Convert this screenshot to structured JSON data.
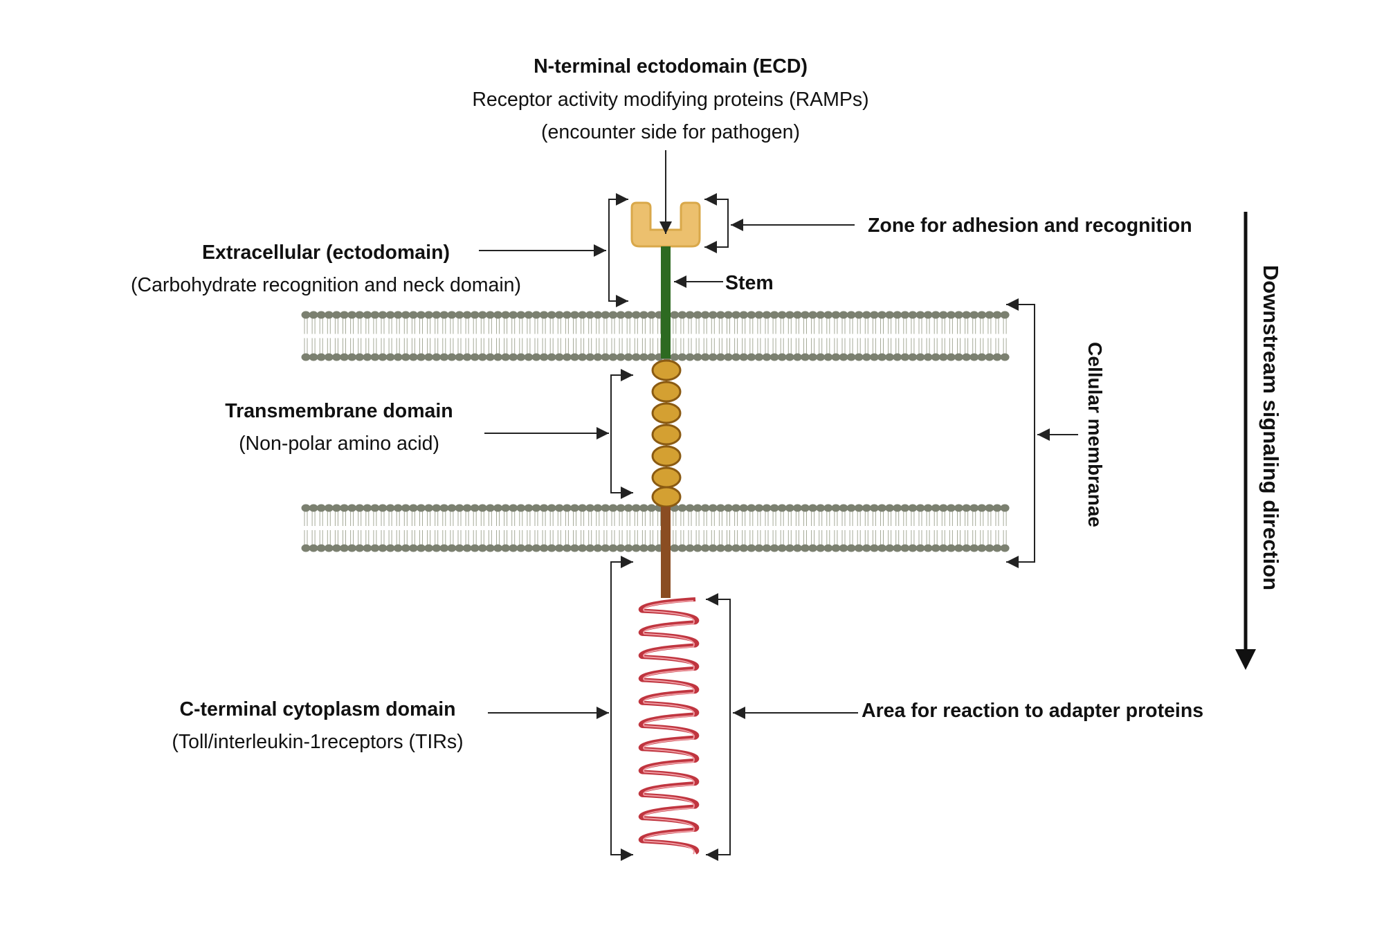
{
  "labels": {
    "ecd_title": "N-terminal ectodomain (ECD)",
    "ecd_line1": "Receptor activity modifying proteins (RAMPs)",
    "ecd_line2": "(encounter side for pathogen)",
    "extracellular_title": "Extracellular (ectodomain)",
    "extracellular_sub": "(Carbohydrate recognition and neck domain)",
    "zone": "Zone for adhesion and recognition",
    "stem": "Stem",
    "transmembrane_title": "Transmembrane domain",
    "transmembrane_sub": "(Non-polar amino acid)",
    "cellular_membranae": "Cellular membranae",
    "downstream": "Downstream signaling direction",
    "cterminal_title": "C-terminal cytoplasm  domain",
    "cterminal_sub": "(Toll/interleukin-1receptors (TIRs)",
    "adapter_area": "Area for reaction to adapter proteins"
  },
  "colors": {
    "text": "#111111",
    "line": "#222222",
    "ecd_cup": "#ecc06e",
    "ecd_cup_edge": "#d9a84a",
    "stem": "#2d6a21",
    "bead": "#d4a032",
    "bead_edge": "#8a5a12",
    "tail": "#8a4d22",
    "membrane_head": "#7b8070",
    "membrane_tail": "#a5aa98",
    "coil": "#c0353f",
    "coil_light": "#ef9ba2"
  },
  "icons": {
    "membrane": "lipid-bilayer-icon",
    "receptor_head": "y-shaped-ectodomain-icon",
    "coil": "tir-coil-icon"
  }
}
